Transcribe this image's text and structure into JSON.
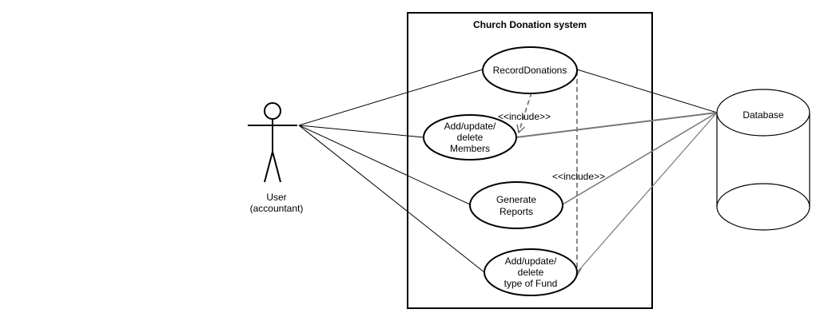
{
  "diagram": {
    "system_title": "Church Donation system",
    "actor": {
      "line1": "User",
      "line2": "(accountant)"
    },
    "use_cases": {
      "record": {
        "lines": [
          "RecordDonations"
        ]
      },
      "members": {
        "lines": [
          "Add/update/",
          "delete",
          "Members"
        ]
      },
      "reports": {
        "lines": [
          "Generate",
          "Reports"
        ]
      },
      "fund": {
        "lines": [
          "Add/update/",
          "delete",
          "type of Fund"
        ]
      }
    },
    "database": {
      "label": "Database"
    },
    "include_labels": [
      "<<include>>",
      "<<include>>"
    ]
  }
}
